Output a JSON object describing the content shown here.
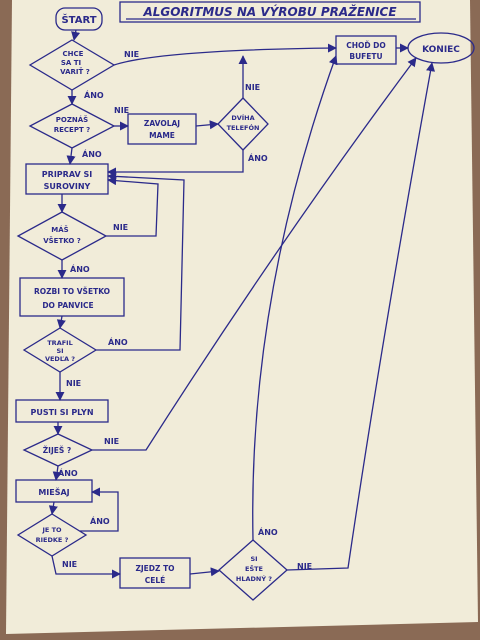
{
  "title": "ALGORITMUS NA VÝROBU PRAŽENICE",
  "nodes": {
    "start": "ŠTART",
    "chce_sa_ti_varit": [
      "CHCE",
      "SA TI",
      "VARIŤ ?"
    ],
    "poznas_recept": [
      "POZNÁŠ",
      "RECEPT ?"
    ],
    "zavolaj_mame": [
      "ZAVOLAJ",
      "MAME"
    ],
    "dviha_telefon": [
      "DVÍHA",
      "TELEFÓN"
    ],
    "chod_do_bufetu": [
      "CHOĎ DO",
      "BUFETU"
    ],
    "koniec": "KONIEC",
    "priprav_si_suroviny": [
      "PRIPRAV SI",
      "SUROVINY"
    ],
    "mas_vsetko": [
      "MÁŠ",
      "VŠETKO ?"
    ],
    "rozbi_to_vsetko": [
      "ROZBI TO VŠETKO",
      "DO PANVICE"
    ],
    "trafil_si_vedla": [
      "TRAFIL",
      "SI",
      "VEDĽA ?"
    ],
    "pusti_si_plyn": "PUSTI SI PLYN",
    "zijes": "ŽIJEŠ ?",
    "miesaj": "MIEŠAJ",
    "je_to_riedke": [
      "JE TO",
      "RIEDKE ?"
    ],
    "zjedz_to_cele": [
      "ZJEDZ TO",
      "CELÉ"
    ],
    "si_este_hladny": [
      "SI",
      "EŠTE",
      "HLADNÝ ?"
    ]
  },
  "edge_labels": {
    "nie": "NIE",
    "ano": "ÁNO"
  },
  "colors": {
    "ink": "#2b2a8a",
    "paper": "#f1ecd9",
    "background": "#8a6a55"
  }
}
